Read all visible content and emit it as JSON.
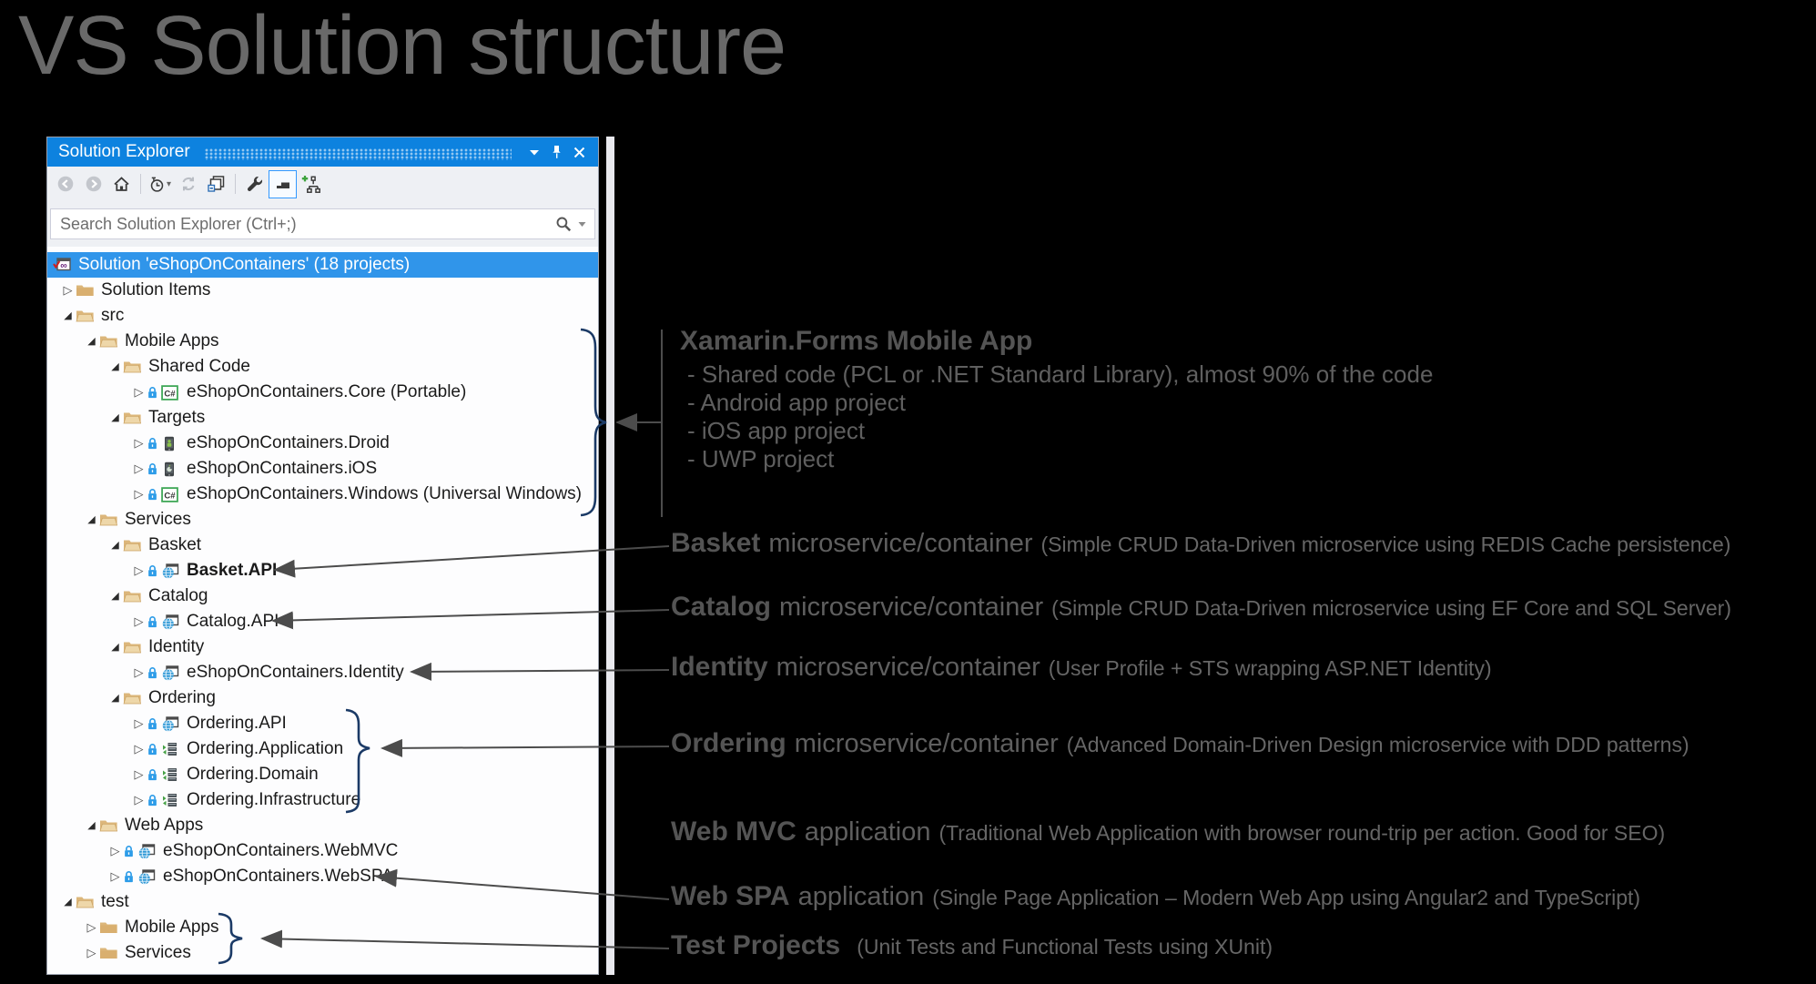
{
  "slide": {
    "title": "VS Solution structure"
  },
  "solution_explorer": {
    "title": "Solution Explorer",
    "titlebar_icons": [
      "chevron-down-icon",
      "pin-icon",
      "close-icon"
    ],
    "toolbar_icons": [
      "back-icon",
      "forward-icon",
      "home-icon",
      "history-icon",
      "refresh-icon",
      "collapse-all-icon",
      "properties-wrench-icon",
      "preview-selected-toggle",
      "add-graph-icon"
    ],
    "search_placeholder": "Search Solution Explorer (Ctrl+;)",
    "tree": [
      {
        "label": "Solution 'eShopOnContainers' (18 projects)",
        "level": 0,
        "icon": "solution",
        "expander": null,
        "selected": true
      },
      {
        "label": "Solution Items",
        "level": 1,
        "icon": "folder-closed",
        "expander": "collapsed"
      },
      {
        "label": "src",
        "level": 1,
        "icon": "folder-open",
        "expander": "expanded"
      },
      {
        "label": "Mobile Apps",
        "level": 2,
        "icon": "folder-open",
        "expander": "expanded"
      },
      {
        "label": "Shared Code",
        "level": 3,
        "icon": "folder-open",
        "expander": "expanded"
      },
      {
        "label": "eShopOnContainers.Core (Portable)",
        "level": 4,
        "icon": "csharp",
        "expander": "collapsed",
        "lock": true
      },
      {
        "label": "Targets",
        "level": 3,
        "icon": "folder-open",
        "expander": "expanded"
      },
      {
        "label": "eShopOnContainers.Droid",
        "level": 4,
        "icon": "android",
        "expander": "collapsed",
        "lock": true
      },
      {
        "label": "eShopOnContainers.iOS",
        "level": 4,
        "icon": "ios",
        "expander": "collapsed",
        "lock": true
      },
      {
        "label": "eShopOnContainers.Windows (Universal Windows)",
        "level": 4,
        "icon": "csharp",
        "expander": "collapsed",
        "lock": true
      },
      {
        "label": "Services",
        "level": 2,
        "icon": "folder-open",
        "expander": "expanded"
      },
      {
        "label": "Basket",
        "level": 3,
        "icon": "folder-open",
        "expander": "expanded"
      },
      {
        "label": "Basket.API",
        "level": 4,
        "icon": "web",
        "expander": "collapsed",
        "lock": true,
        "bold": true
      },
      {
        "label": "Catalog",
        "level": 3,
        "icon": "folder-open",
        "expander": "expanded"
      },
      {
        "label": "Catalog.API",
        "level": 4,
        "icon": "web",
        "expander": "collapsed",
        "lock": true
      },
      {
        "label": "Identity",
        "level": 3,
        "icon": "folder-open",
        "expander": "expanded"
      },
      {
        "label": "eShopOnContainers.Identity",
        "level": 4,
        "icon": "web",
        "expander": "collapsed",
        "lock": true
      },
      {
        "label": "Ordering",
        "level": 3,
        "icon": "folder-open",
        "expander": "expanded"
      },
      {
        "label": "Ordering.API",
        "level": 4,
        "icon": "web",
        "expander": "collapsed",
        "lock": true
      },
      {
        "label": "Ordering.Application",
        "level": 4,
        "icon": "library",
        "expander": "collapsed",
        "lock": true
      },
      {
        "label": "Ordering.Domain",
        "level": 4,
        "icon": "library",
        "expander": "collapsed",
        "lock": true
      },
      {
        "label": "Ordering.Infrastructure",
        "level": 4,
        "icon": "library",
        "expander": "collapsed",
        "lock": true
      },
      {
        "label": "Web Apps",
        "level": 2,
        "icon": "folder-open",
        "expander": "expanded"
      },
      {
        "label": "eShopOnContainers.WebMVC",
        "level": 3,
        "icon": "web",
        "expander": "collapsed",
        "lock": true
      },
      {
        "label": "eShopOnContainers.WebSPA",
        "level": 3,
        "icon": "web",
        "expander": "collapsed",
        "lock": true
      },
      {
        "label": "test",
        "level": 1,
        "icon": "folder-open",
        "expander": "expanded"
      },
      {
        "label": "Mobile Apps",
        "level": 2,
        "icon": "folder-closed",
        "expander": "collapsed"
      },
      {
        "label": "Services",
        "level": 2,
        "icon": "folder-closed",
        "expander": "collapsed"
      }
    ]
  },
  "annotations": {
    "xamarin": {
      "heading": "Xamarin.Forms Mobile App",
      "bullets": [
        "- Shared code (PCL or .NET Standard Library), almost 90% of the code",
        "- Android app project",
        "- iOS app project",
        "- UWP project"
      ]
    },
    "basket": {
      "bold": "Basket",
      "mid": "microservice/container",
      "paren": "(Simple CRUD Data-Driven microservice using REDIS Cache persistence)"
    },
    "catalog": {
      "bold": "Catalog",
      "mid": "microservice/container",
      "paren": "(Simple CRUD Data-Driven microservice using EF Core and SQL Server)"
    },
    "identity": {
      "bold": "Identity",
      "mid": "microservice/container",
      "paren": "(User Profile + STS wrapping ASP.NET Identity)"
    },
    "ordering": {
      "bold": "Ordering",
      "mid": "microservice/container",
      "paren": "(Advanced Domain-Driven Design microservice with DDD patterns)"
    },
    "webmvc": {
      "bold": "Web MVC",
      "mid": "application",
      "paren": "(Traditional Web Application with browser round-trip per action. Good for SEO)"
    },
    "webspa": {
      "bold": "Web SPA",
      "mid": "application",
      "paren": "(Single Page Application – Modern Web App using Angular2 and TypeScript)"
    },
    "test": {
      "bold": "Test Projects",
      "mid": "",
      "paren": "(Unit Tests and Functional Tests using XUnit)"
    }
  },
  "colors": {
    "titlebar_blue": "#0d82df",
    "selection_blue": "#3095ea",
    "folder_tan": "#dcb67a",
    "annotation_gray": "#5f5f5f",
    "connector_gray": "#4c4c4c",
    "brace_navy": "#1b3a66"
  }
}
